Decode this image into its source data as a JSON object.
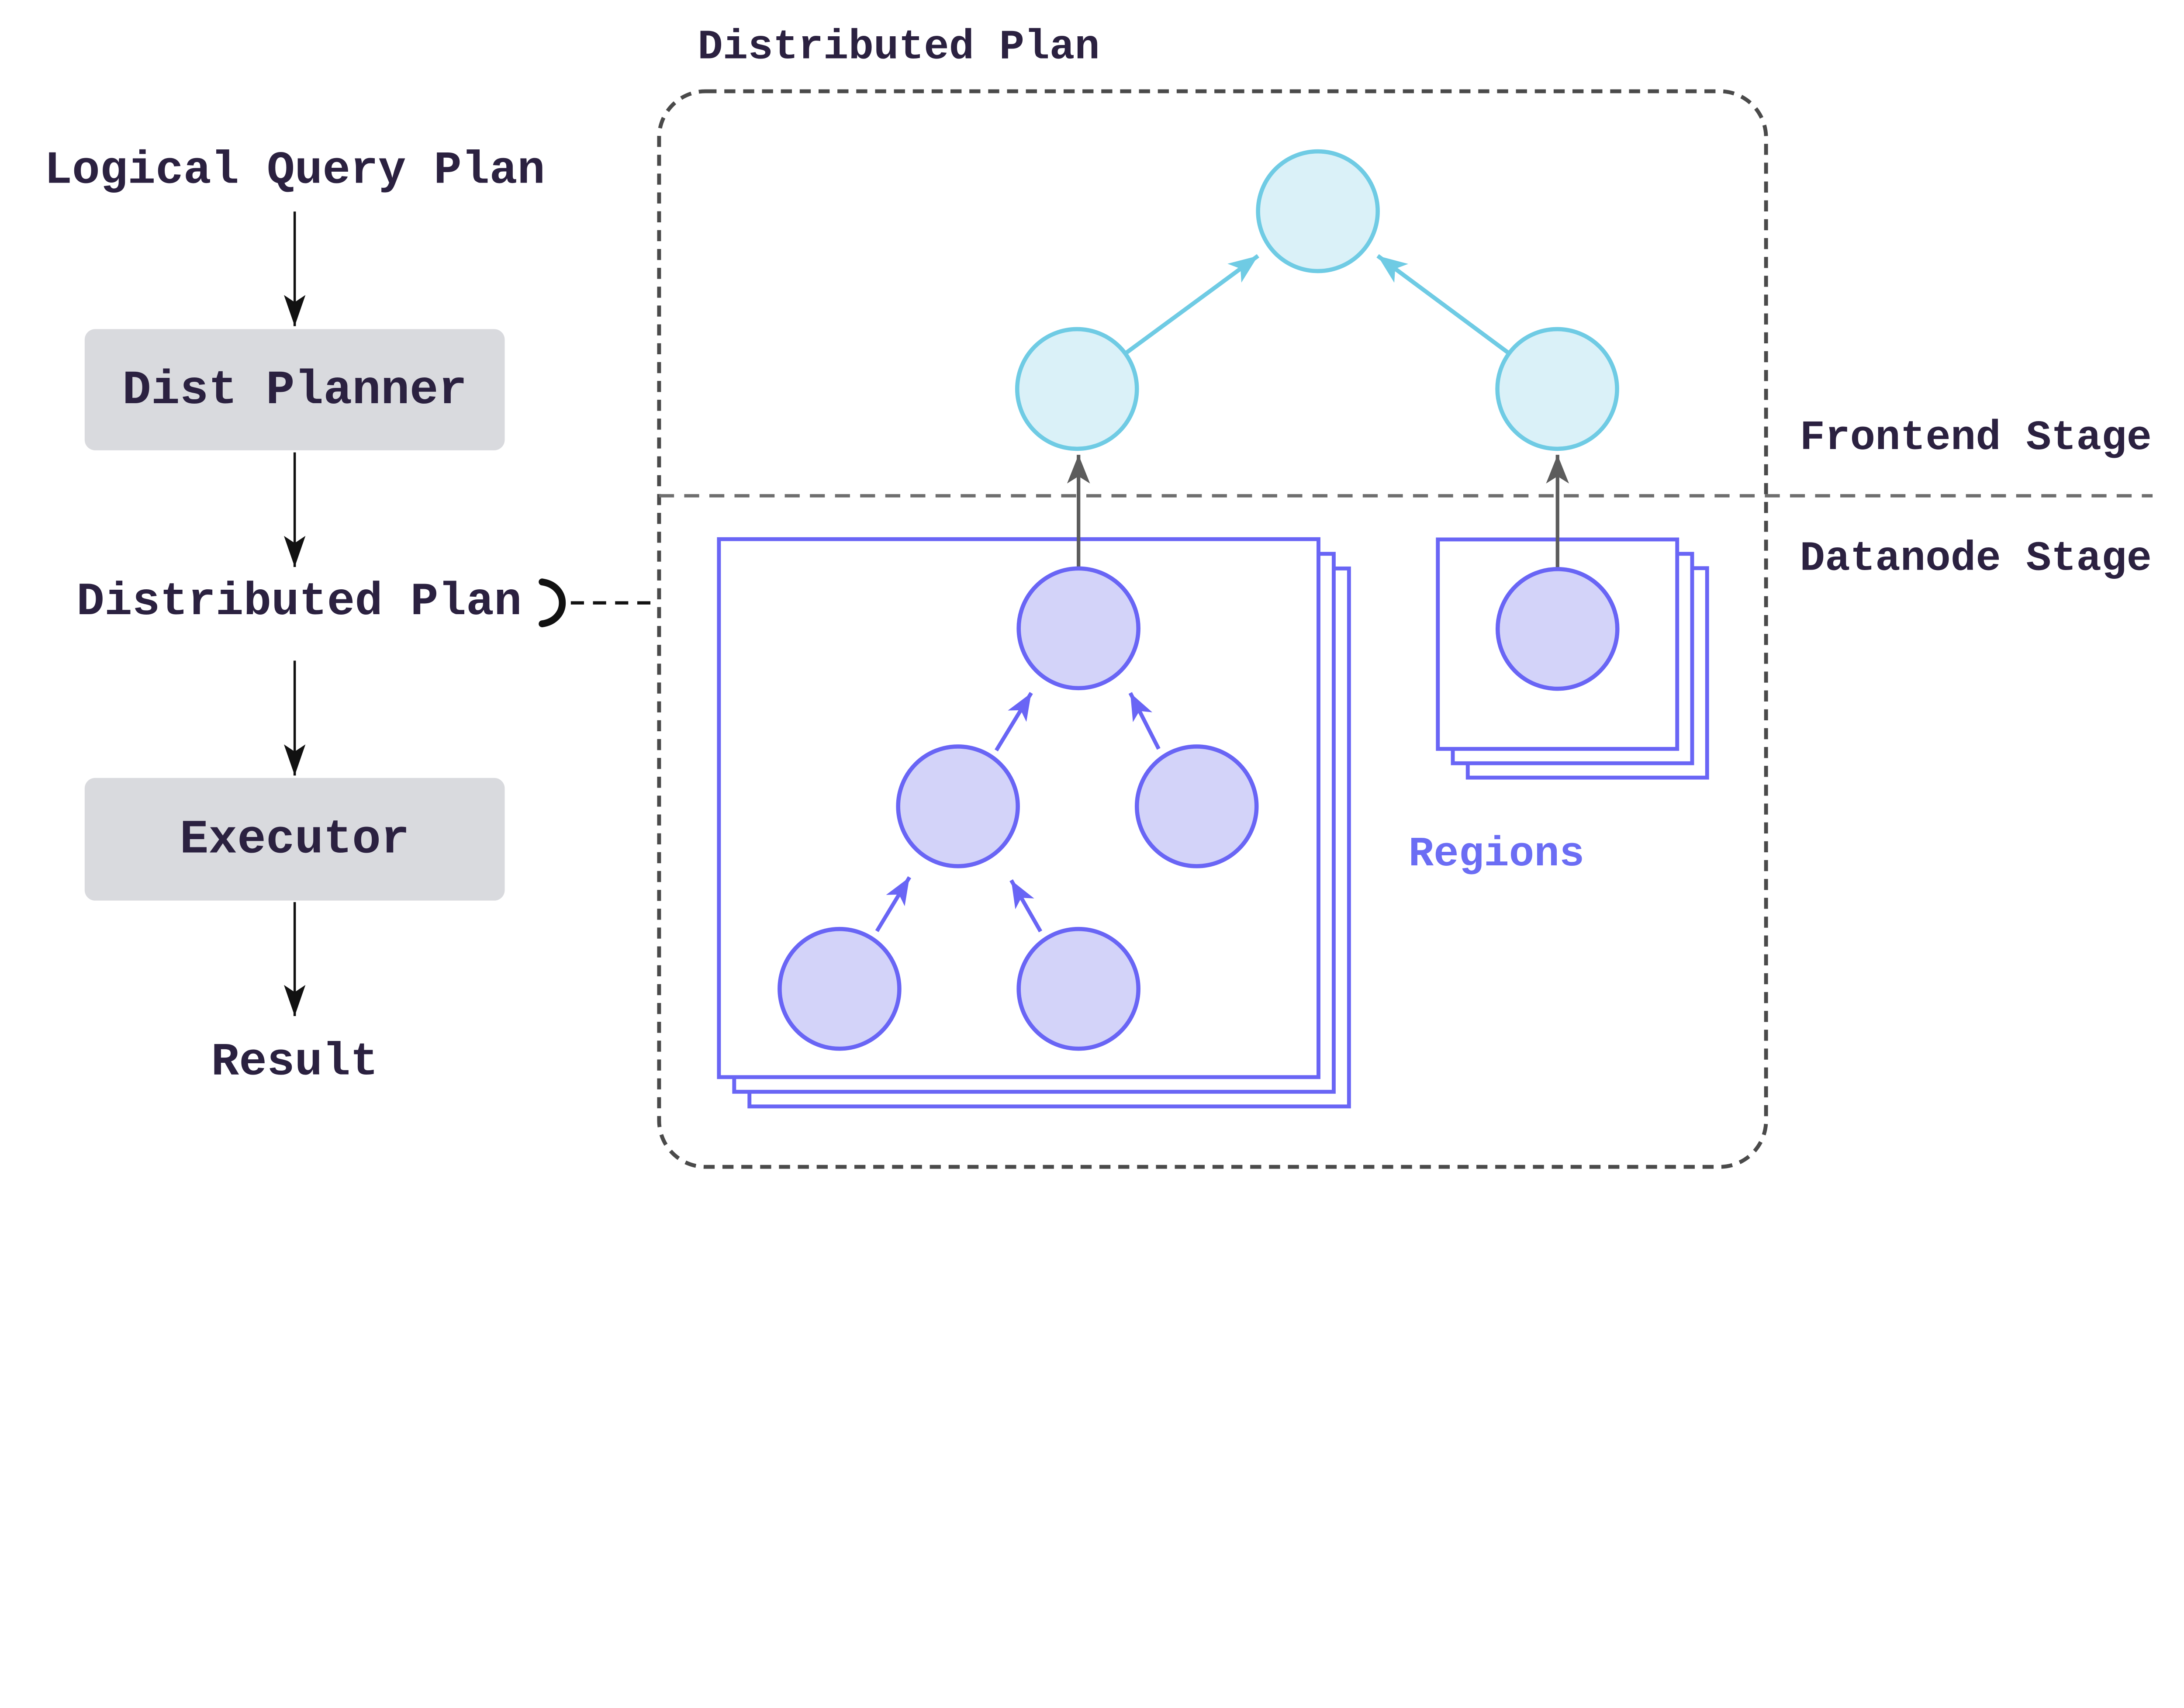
{
  "left_flow": {
    "input_label": "Logical Query Plan",
    "planner_label": "Dist Planner",
    "plan_label": "Distributed Plan",
    "executor_label": "Executor",
    "result_label": "Result"
  },
  "distributed_plan_panel": {
    "title": "Distributed Plan",
    "frontend_stage_label": "Frontend Stage",
    "datanode_stage_label": "Datanode Stage",
    "regions_label": "Regions",
    "frontend_node_count": 3,
    "datanode_tree_node_count": 5,
    "region_node_count": 1,
    "stacked_layer_count": 3
  },
  "colors": {
    "text": "#2b2140",
    "flow_box_fill": "#d9dade",
    "container_dash": "#4a4a4a",
    "stage_divider": "#6e6e6e",
    "gray_arrow": "#5c5c5c",
    "cyan_stroke": "#6fcbe4",
    "cyan_fill": "#daf1f8",
    "purple_stroke": "#6965f5",
    "purple_fill": "#d3d3f9",
    "regions_text": "#6b6df4"
  }
}
